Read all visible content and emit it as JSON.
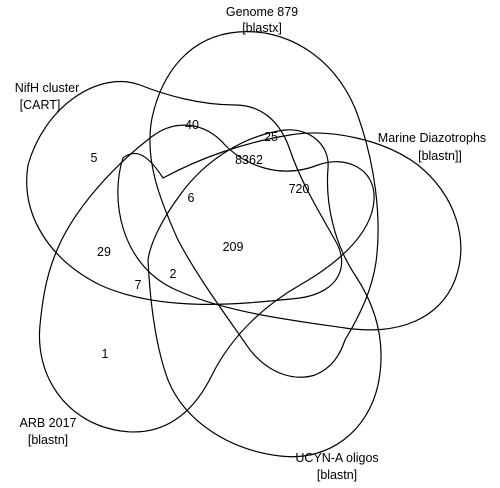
{
  "diagram": {
    "type": "venn-5-set",
    "sets": [
      {
        "id": "genome",
        "name": "Genome 879",
        "method": "[blastx]"
      },
      {
        "id": "marine",
        "name": "Marine Diazotrophs",
        "method": "[blastn]]"
      },
      {
        "id": "ucyn",
        "name": "UCYN-A oligos",
        "method": "[blastn]"
      },
      {
        "id": "arb",
        "name": "ARB 2017",
        "method": "[blastn]"
      },
      {
        "id": "nifh",
        "name": "NifH cluster",
        "method": "[CART]"
      }
    ],
    "regions": [
      {
        "id": "nifh-only",
        "count": "5"
      },
      {
        "id": "genome-nifh",
        "count": "40"
      },
      {
        "id": "genome-marine",
        "count": "25"
      },
      {
        "id": "core-all",
        "count": "8362"
      },
      {
        "id": "genome-marine-ucyn-nifh",
        "count": "720"
      },
      {
        "id": "genome-nifh-arb",
        "count": "6"
      },
      {
        "id": "nifh-arb",
        "count": "29"
      },
      {
        "id": "genome-marine-ucyn-arb-partial",
        "count": "209"
      },
      {
        "id": "nifh-arb-ucyn",
        "count": "2"
      },
      {
        "id": "arb-nifh-inner",
        "count": "7"
      },
      {
        "id": "arb-only",
        "count": "1"
      }
    ],
    "colors": {
      "stroke": "#000000",
      "text": "#000000",
      "background": "#ffffff"
    }
  }
}
